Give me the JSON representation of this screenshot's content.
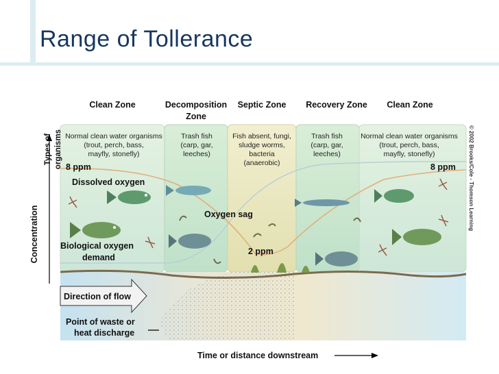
{
  "slide": {
    "title": "Range of Tollerance"
  },
  "zones": [
    {
      "name_line1": "Clean Zone",
      "name_line2": "",
      "organisms": [
        "Normal clean water organisms",
        "(trout, perch, bass,",
        "mayfly, stonefly)"
      ]
    },
    {
      "name_line1": "Decomposition",
      "name_line2": "Zone",
      "organisms": [
        "Trash fish",
        "(carp, gar,",
        "leeches)"
      ]
    },
    {
      "name_line1": "Septic Zone",
      "name_line2": "",
      "organisms": [
        "Fish absent, fungi,",
        "sludge worms,",
        "bacteria",
        "(anaerobic)"
      ]
    },
    {
      "name_line1": "Recovery Zone",
      "name_line2": "",
      "organisms": [
        "Trash fish",
        "(carp, gar,",
        "leeches)"
      ]
    },
    {
      "name_line1": "Clean Zone",
      "name_line2": "",
      "organisms": [
        "Normal clean water organisms",
        "(trout, perch, bass,",
        "mayfly, stonefly)"
      ]
    }
  ],
  "labels": {
    "types_of": "Types of",
    "organisms": "organisms",
    "concentration": "Concentration",
    "ppm_left": "8 ppm",
    "ppm_right": "8 ppm",
    "dissolved_oxygen": "Dissolved oxygen",
    "oxygen_sag": "Oxygen sag",
    "ppm_min": "2 ppm",
    "bod_line1": "Biological oxygen",
    "bod_line2": "demand",
    "direction_of_flow": "Direction of flow",
    "waste_line1": "Point of waste or",
    "waste_line2": "heat discharge",
    "time_axis": "Time or distance downstream",
    "copyright": "© 2002 Brooks/Cole - Thomson Learning"
  },
  "colors": {
    "title": "#17375e",
    "accent_bar": "#dcedf2",
    "clean_zone": "#d5ecd9",
    "trash_zone": "#c9e6cc",
    "septic_zone": "#ece8bf",
    "dissolved_oxygen_curve": "#e0b07a",
    "bod_curve": "#b8d4dc",
    "water_bottom": "#cfe7f2"
  }
}
